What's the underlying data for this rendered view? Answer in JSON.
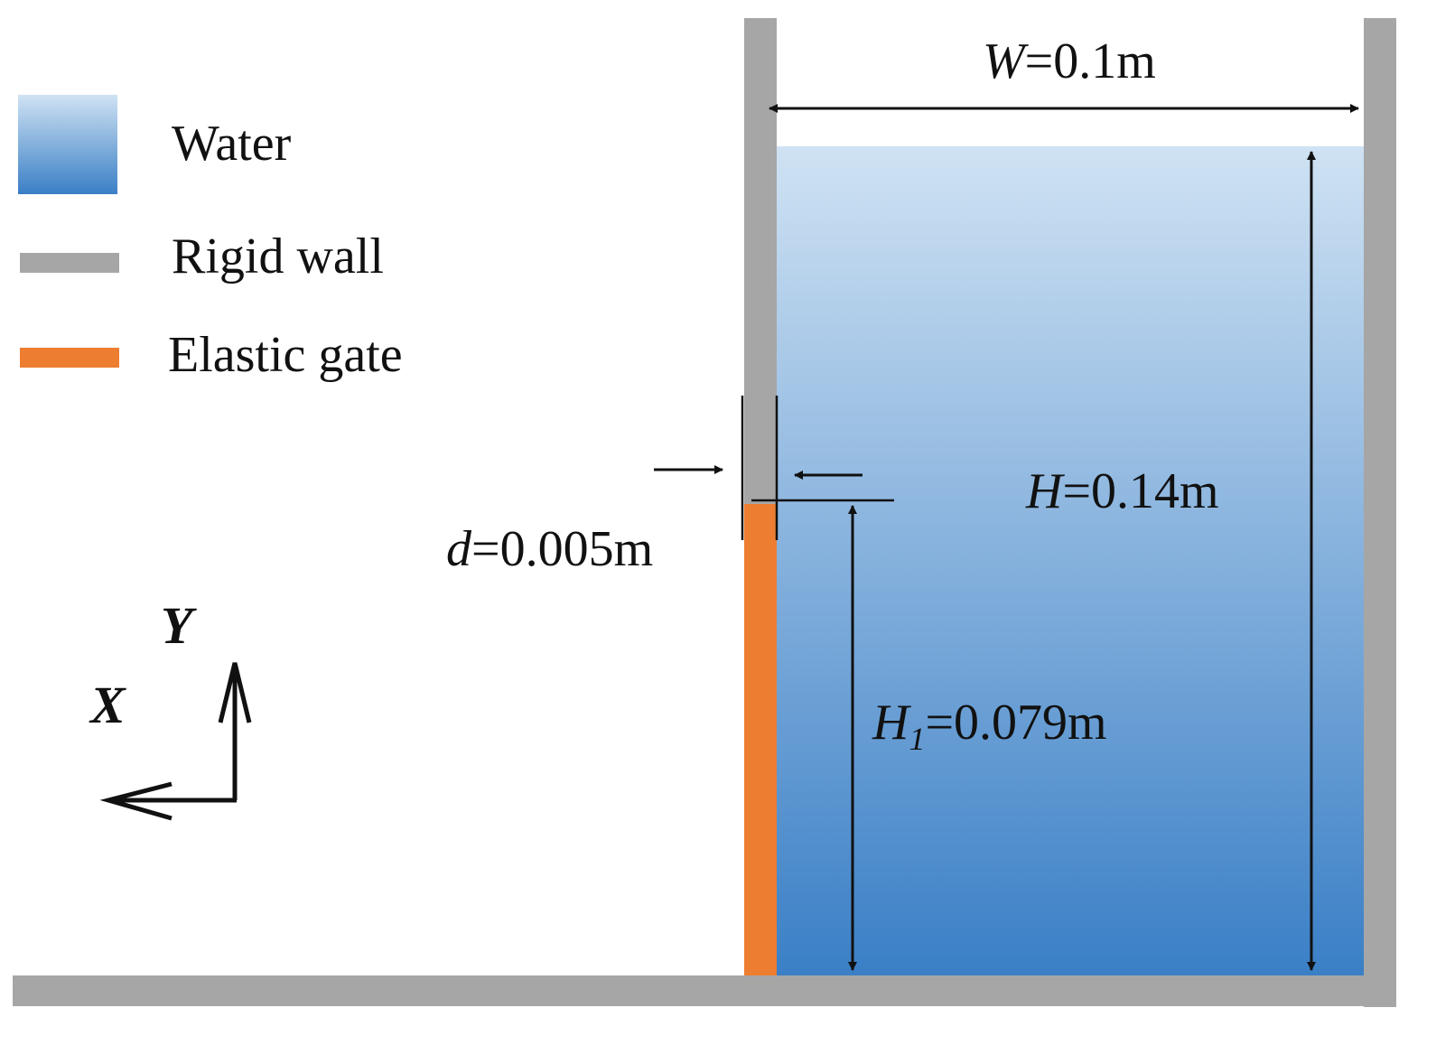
{
  "legend": {
    "items": [
      {
        "label": "Water",
        "swatch": "water"
      },
      {
        "label": "Rigid wall",
        "swatch": "wall"
      },
      {
        "label": "Elastic gate",
        "swatch": "gate"
      }
    ]
  },
  "dimensions": {
    "width": {
      "symbol": "W",
      "value": "=0.1m"
    },
    "height": {
      "symbol": "H",
      "value": "=0.14m"
    },
    "gate_height": {
      "symbol": "H",
      "subscript": "1",
      "value": "=0.079m"
    },
    "gate_thickness": {
      "symbol": "d",
      "value": "=0.005m"
    }
  },
  "axes": {
    "x_label": "X",
    "y_label": "Y"
  },
  "colors": {
    "water_top": "#cfe2f3",
    "water_bottom": "#3a7fc6",
    "wall": "#a6a6a6",
    "gate": "#ed7d31",
    "ink": "#111111"
  }
}
